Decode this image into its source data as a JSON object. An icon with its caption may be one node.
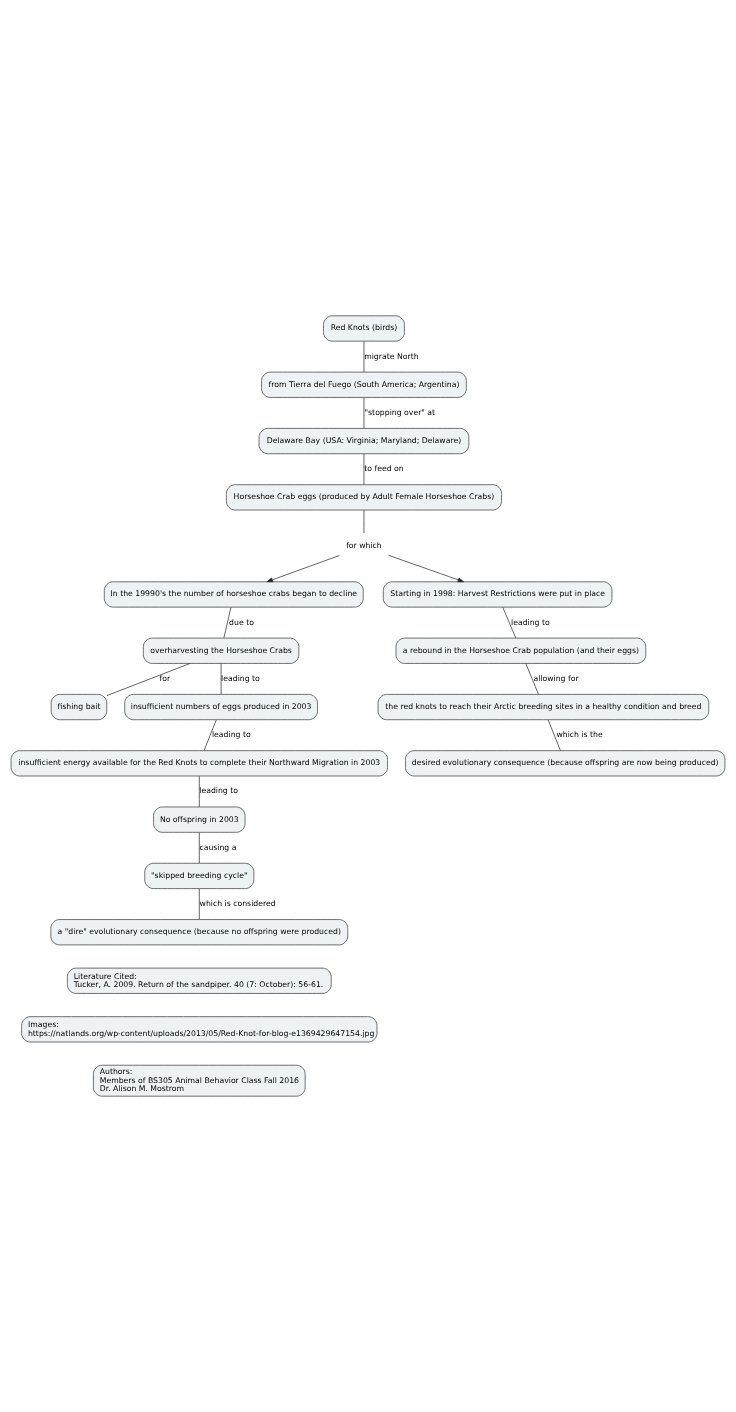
{
  "diagram": {
    "nodes": [
      {
        "text": [
          "Red Knots (birds)"
        ]
      },
      {
        "text": [
          "from Tierra del Fuego (South America; Argentina)"
        ]
      },
      {
        "text": [
          "Delaware Bay (USA: Virginia; Maryland; Delaware)"
        ]
      },
      {
        "text": [
          "Horseshoe Crab eggs (produced by Adult Female Horseshoe Crabs)"
        ]
      },
      {
        "text": [
          "for which"
        ]
      },
      {
        "text": [
          "In the 19990's the number of horseshoe crabs began to decline"
        ]
      },
      {
        "text": [
          "Starting in 1998: Harvest Restrictions were put in place"
        ]
      },
      {
        "text": [
          "overharvesting the Horseshoe Crabs"
        ]
      },
      {
        "text": [
          "fishing bait"
        ]
      },
      {
        "text": [
          "insufficient numbers of eggs produced in 2003"
        ]
      },
      {
        "text": [
          "insufficient energy available for the Red Knots to complete their Northward Migration in 2003"
        ]
      },
      {
        "text": [
          "No offspring in 2003"
        ]
      },
      {
        "text": [
          "\"skipped breeding cycle\""
        ]
      },
      {
        "text": [
          "a \"dire\" evolutionary consequence (because no offspring were produced)"
        ]
      },
      {
        "text": [
          "a rebound in the Horseshoe Crab population (and their eggs)"
        ]
      },
      {
        "text": [
          "the red knots to reach their Arctic breeding sites in a healthy condition and breed"
        ]
      },
      {
        "text": [
          "desired evolutionary consequence (because offspring are now being produced)"
        ]
      },
      {
        "text": [
          "Literature Cited:",
          "Tucker, A. 2009. Return of the sandpiper. 40 (7: October): 56-61."
        ]
      },
      {
        "text": [
          "Images:",
          "https://natlands.org/wp-content/uploads/2013/05/Red-Knot-for-blog-e1369429647154.jpg"
        ]
      },
      {
        "text": [
          "Authors:",
          "Members of BS305 Animal Behavior Class Fall 2016",
          "Dr. Alison M. Mostrom"
        ]
      }
    ],
    "edges": [
      {
        "from": 0,
        "to": 1,
        "arrow": "none",
        "label": "migrate North"
      },
      {
        "from": 1,
        "to": 2,
        "arrow": "none",
        "label": "\"stopping over\" at"
      },
      {
        "from": 2,
        "to": 3,
        "arrow": "none",
        "label": "to feed on"
      },
      {
        "from": 3,
        "to": 4,
        "arrow": "none"
      },
      {
        "from": 4,
        "to": 5,
        "arrow": "to"
      },
      {
        "from": 4,
        "to": 6,
        "arrow": "to"
      },
      {
        "from": 5,
        "to": 7,
        "arrow": "none",
        "label": "due to"
      },
      {
        "from": 7,
        "to": 8,
        "arrow": "none",
        "label": "for"
      },
      {
        "from": 7,
        "to": 9,
        "arrow": "none",
        "label": "leading to"
      },
      {
        "from": 9,
        "to": 10,
        "arrow": "none",
        "label": "leading to"
      },
      {
        "from": 10,
        "to": 11,
        "arrow": "none",
        "label": "leading to"
      },
      {
        "from": 11,
        "to": 12,
        "arrow": "none",
        "label": "causing a"
      },
      {
        "from": 12,
        "to": 13,
        "arrow": "none",
        "label": "which is considered"
      },
      {
        "from": 6,
        "to": 14,
        "arrow": "none",
        "label": "leading to"
      },
      {
        "from": 14,
        "to": 15,
        "arrow": "none",
        "label": "allowing for"
      },
      {
        "from": 15,
        "to": 16,
        "arrow": "none",
        "label": "which is the"
      }
    ]
  }
}
